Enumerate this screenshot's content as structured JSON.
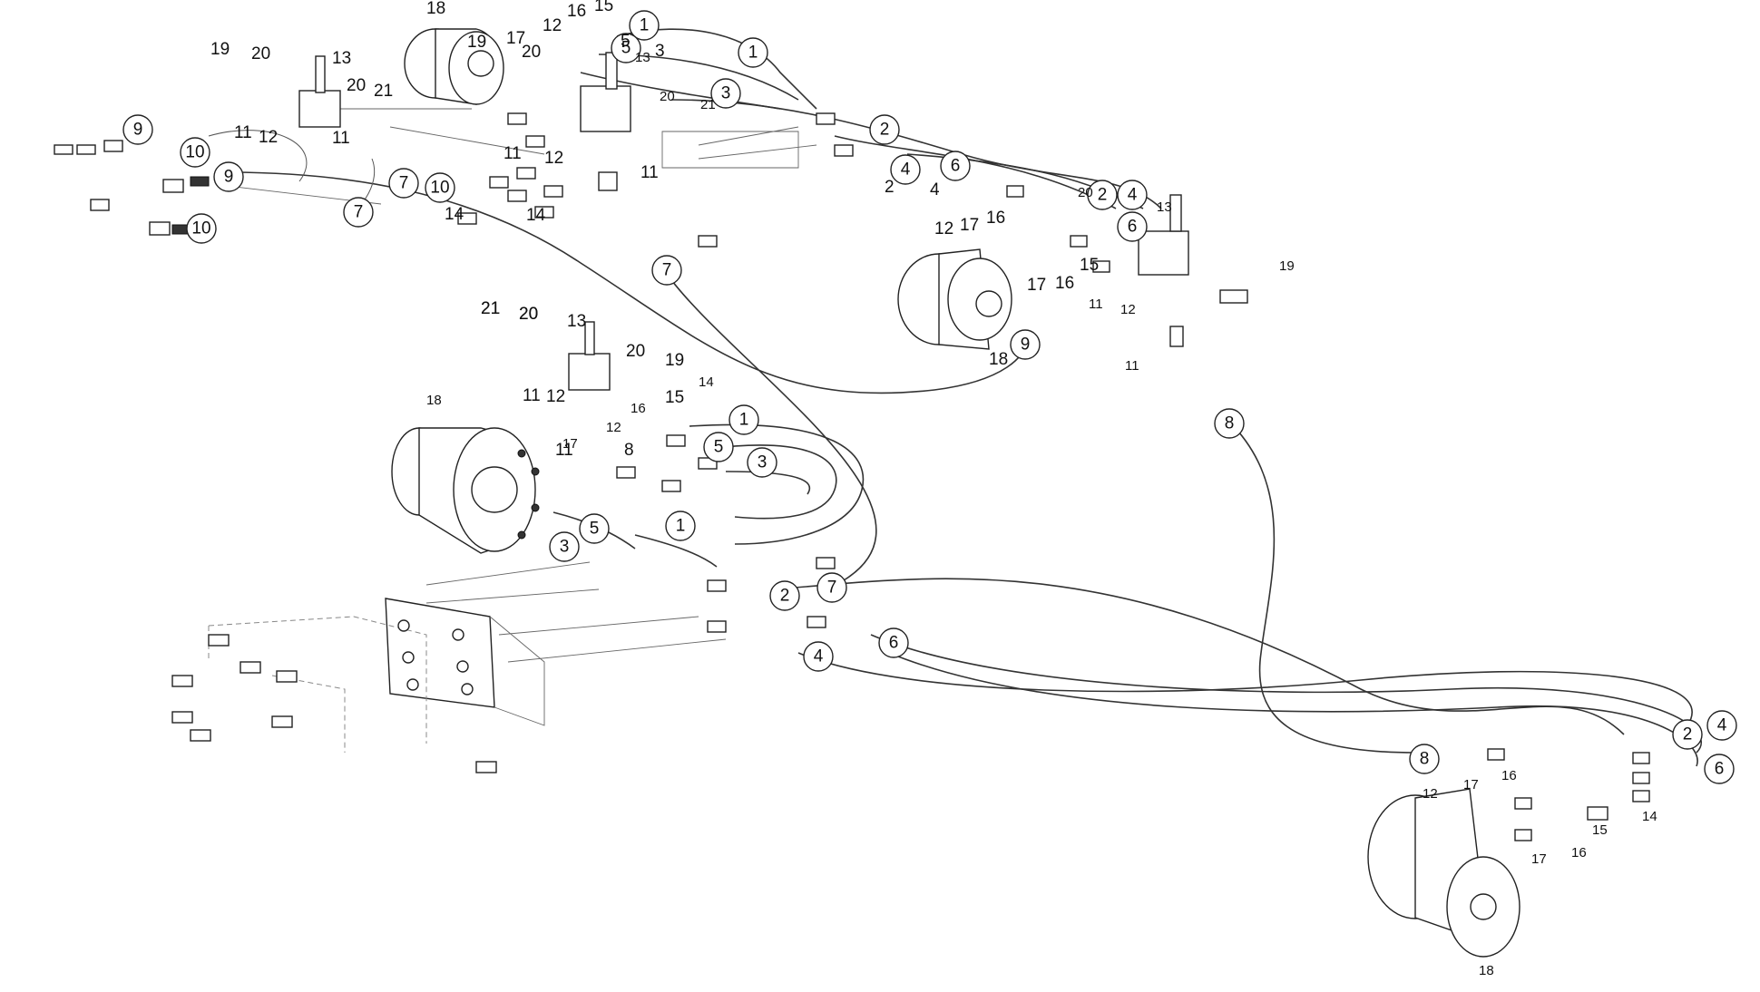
{
  "callouts": [
    {
      "n": "1"
    },
    {
      "n": "1"
    },
    {
      "n": "5"
    },
    {
      "n": "3"
    },
    {
      "n": "9"
    },
    {
      "n": "10"
    },
    {
      "n": "10"
    },
    {
      "n": "9"
    },
    {
      "n": "10"
    },
    {
      "n": "7"
    },
    {
      "n": "7"
    },
    {
      "n": "2"
    },
    {
      "n": "4"
    },
    {
      "n": "6"
    },
    {
      "n": "4"
    },
    {
      "n": "2"
    },
    {
      "n": "6"
    },
    {
      "n": "7"
    },
    {
      "n": "9"
    },
    {
      "n": "8"
    },
    {
      "n": "1"
    },
    {
      "n": "5"
    },
    {
      "n": "3"
    },
    {
      "n": "5"
    },
    {
      "n": "1"
    },
    {
      "n": "3"
    },
    {
      "n": "2"
    },
    {
      "n": "7"
    },
    {
      "n": "6"
    },
    {
      "n": "4"
    },
    {
      "n": "8"
    },
    {
      "n": "2"
    },
    {
      "n": "4"
    },
    {
      "n": "6"
    }
  ],
  "labels": [
    {
      "t": "18"
    },
    {
      "t": "19"
    },
    {
      "t": "17"
    },
    {
      "t": "12"
    },
    {
      "t": "16"
    },
    {
      "t": "15"
    },
    {
      "t": "20"
    },
    {
      "t": "5"
    },
    {
      "t": "3"
    },
    {
      "t": "13"
    },
    {
      "t": "19"
    },
    {
      "t": "20"
    },
    {
      "t": "13"
    },
    {
      "t": "20"
    },
    {
      "t": "21"
    },
    {
      "t": "11"
    },
    {
      "t": "12"
    },
    {
      "t": "11"
    },
    {
      "t": "11"
    },
    {
      "t": "12"
    },
    {
      "t": "11"
    },
    {
      "t": "20"
    },
    {
      "t": "21"
    },
    {
      "t": "14"
    },
    {
      "t": "14"
    },
    {
      "t": "21"
    },
    {
      "t": "20"
    },
    {
      "t": "2"
    },
    {
      "t": "4"
    },
    {
      "t": "13"
    },
    {
      "t": "12"
    },
    {
      "t": "17"
    },
    {
      "t": "16"
    },
    {
      "t": "15"
    },
    {
      "t": "16"
    },
    {
      "t": "17"
    },
    {
      "t": "20"
    },
    {
      "t": "19"
    },
    {
      "t": "11"
    },
    {
      "t": "12"
    },
    {
      "t": "11"
    },
    {
      "t": "18"
    },
    {
      "t": "21"
    },
    {
      "t": "20"
    },
    {
      "t": "13"
    },
    {
      "t": "20"
    },
    {
      "t": "19"
    },
    {
      "t": "11"
    },
    {
      "t": "12"
    },
    {
      "t": "15"
    },
    {
      "t": "16"
    },
    {
      "t": "12"
    },
    {
      "t": "14"
    },
    {
      "t": "18"
    },
    {
      "t": "11"
    },
    {
      "t": "17"
    },
    {
      "t": "8"
    },
    {
      "t": "17"
    },
    {
      "t": "16"
    },
    {
      "t": "12"
    },
    {
      "t": "14"
    },
    {
      "t": "15"
    },
    {
      "t": "16"
    },
    {
      "t": "17"
    },
    {
      "t": "18"
    }
  ]
}
